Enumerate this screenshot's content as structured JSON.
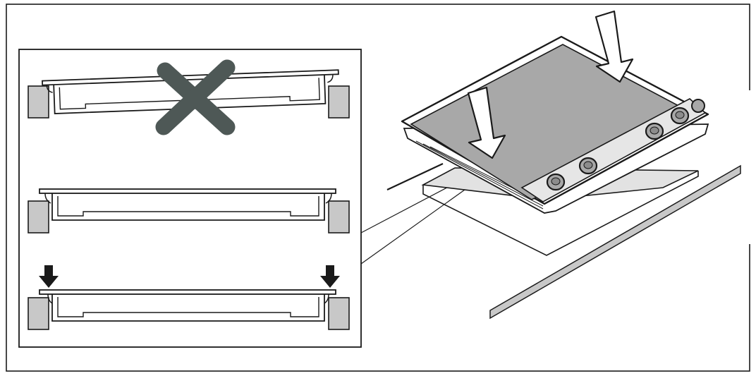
{
  "figure": {
    "panels": [
      {
        "id": "incorrect",
        "state": "hob tilted, resting on one edge",
        "marker": "cross-icon"
      },
      {
        "id": "lowered",
        "state": "hob lowered level onto worktop cut-out"
      },
      {
        "id": "pressed",
        "state": "hob pressed down at both edges",
        "marker": "down-arrow-icon"
      }
    ],
    "main_view": {
      "appliance": "gas hob",
      "knob_count": 5,
      "press_arrows": 2
    },
    "colors": {
      "line": "#1a1a1a",
      "hob_surface": "#a8a8a8",
      "worktop_edge": "#c8c8c8",
      "cross_mark": "#4e5856",
      "arrow": "#1a1a1a"
    }
  }
}
